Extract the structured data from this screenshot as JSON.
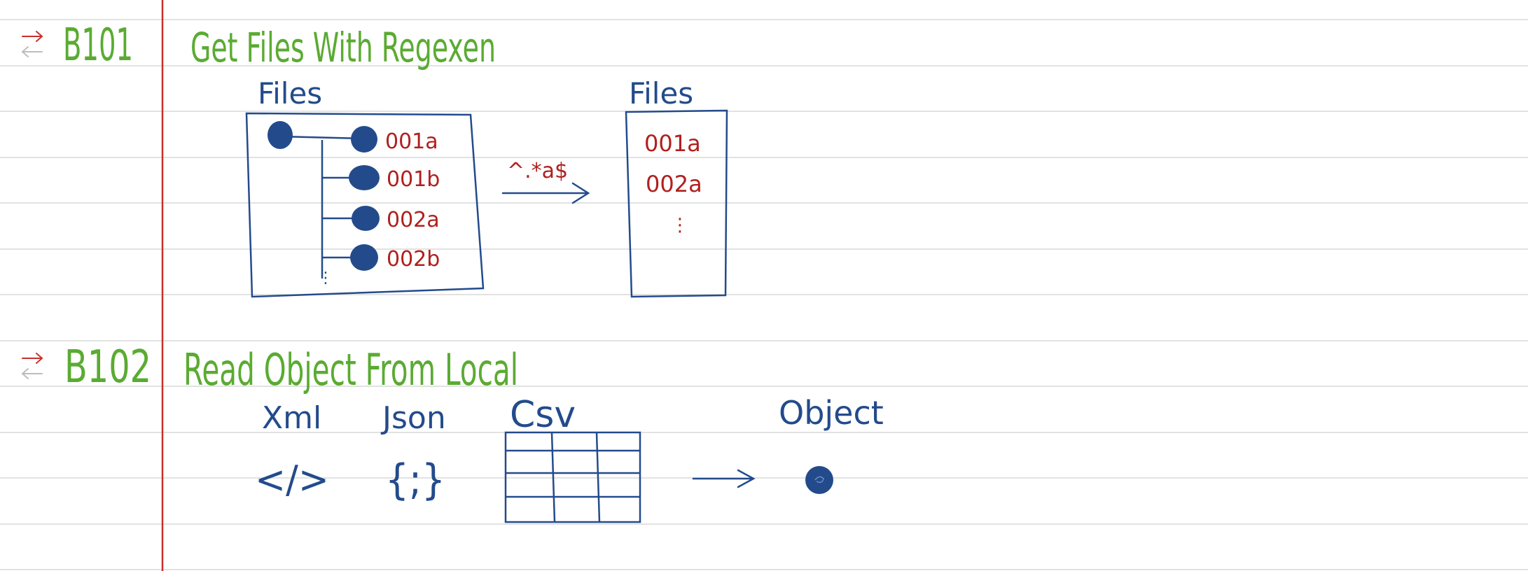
{
  "sections": [
    {
      "id": "B101",
      "title": "Get Files With Regexen",
      "left_diagram": {
        "label": "Files",
        "items": [
          "001a",
          "001b",
          "002a",
          "002b"
        ],
        "more": "⋮"
      },
      "arrow_label": "^.*a$",
      "right_diagram": {
        "label": "Files",
        "items": [
          "001a",
          "002a"
        ],
        "more": "⋮"
      }
    },
    {
      "id": "B102",
      "title": "Read Object From Local",
      "formats": [
        {
          "label": "Xml",
          "icon": "code-tag-icon",
          "glyph": "</>"
        },
        {
          "label": "Json",
          "icon": "curly-braces-icon",
          "glyph": "{;}"
        },
        {
          "label": "Csv",
          "icon": "table-grid-icon"
        }
      ],
      "result": {
        "label": "Object",
        "icon": "object-dot-icon"
      }
    }
  ],
  "colors": {
    "heading_green": "#5aab32",
    "ink_blue": "#234b8c",
    "ink_red": "#b0201e",
    "margin_red": "#c8302c",
    "rule_gray": "#d9d9d9"
  }
}
